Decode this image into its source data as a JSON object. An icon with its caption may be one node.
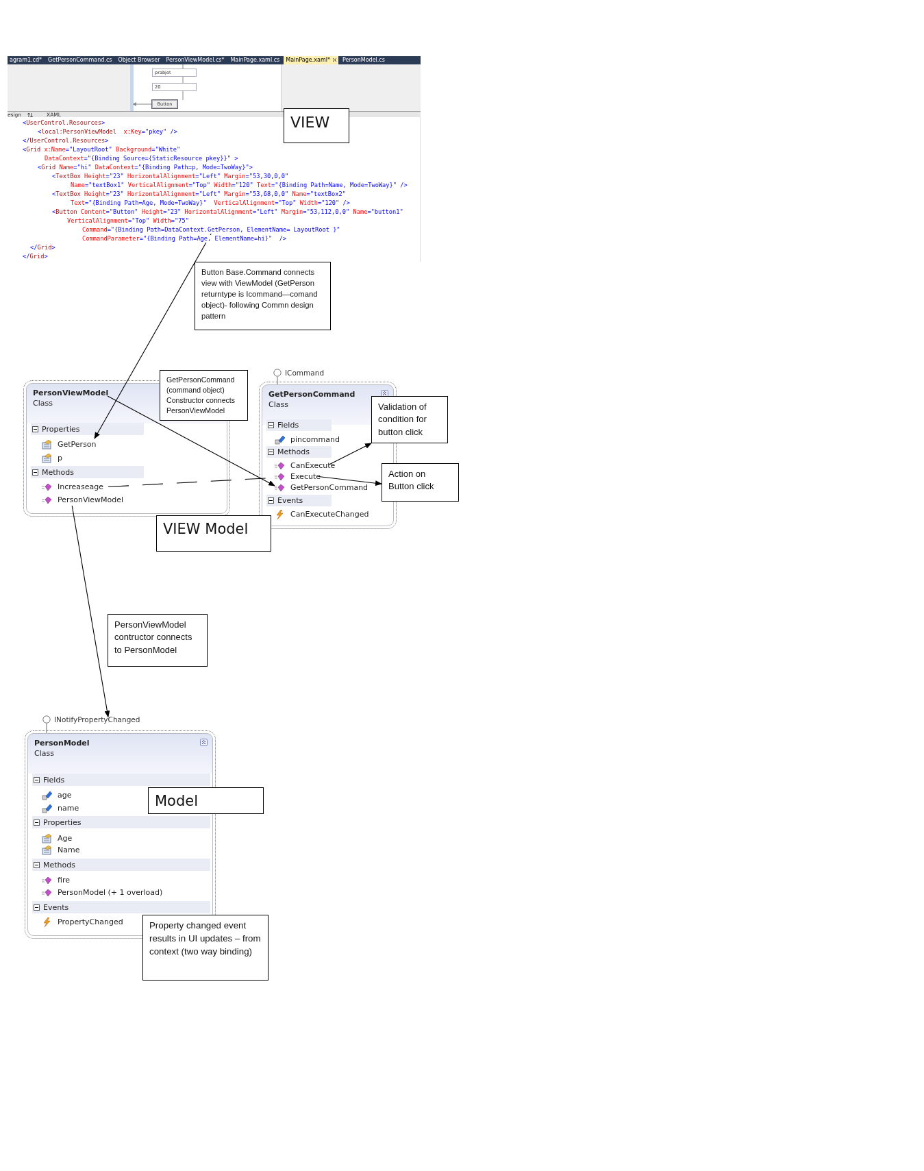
{
  "diagram": {
    "nodes": [
      {
        "text": [
          "VIEW"
        ]
      },
      {
        "text": [
          "Command=\"{Binding Path=DataContext.GetPerson, ElementName= LayoutRoot }\""
        ]
      },
      {
        "text": [
          "Button Base.Command connects view with ViewModel  (GetPerson returntype   is Icommand—comand object)- following Commn design pattern"
        ]
      },
      {
        "text": [
          "PersonViewModel",
          "Class"
        ]
      },
      {
        "text": [
          "Properties"
        ],
        "in": 3
      },
      {
        "text": [
          "GetPerson"
        ],
        "in": 3
      },
      {
        "text": [
          "p"
        ],
        "in": 3
      },
      {
        "text": [
          "Methods"
        ],
        "in": 3
      },
      {
        "text": [
          "Increaseage"
        ],
        "in": 3
      },
      {
        "text": [
          "PersonViewModel"
        ],
        "in": 3
      },
      {
        "text": [
          "GetPersonCommand (command object) Constructor connects PersonViewModel"
        ]
      },
      {
        "text": [
          "ICommand"
        ]
      },
      {
        "text": [
          "GetPersonCommand",
          "Class"
        ]
      },
      {
        "text": [
          "Fields"
        ],
        "in": 12
      },
      {
        "text": [
          "pincommand"
        ],
        "in": 12
      },
      {
        "text": [
          "Methods"
        ],
        "in": 12
      },
      {
        "text": [
          "CanExecute"
        ],
        "in": 12
      },
      {
        "text": [
          "Execute"
        ],
        "in": 12
      },
      {
        "text": [
          "GetPersonCommand"
        ],
        "in": 12
      },
      {
        "text": [
          "Events"
        ],
        "in": 12
      },
      {
        "text": [
          "CanExecuteChanged"
        ],
        "in": 12
      },
      {
        "text": [
          "Validation of condition for button click"
        ]
      },
      {
        "text": [
          "Action on Button click"
        ]
      },
      {
        "text": [
          "VIEW  Model"
        ]
      },
      {
        "text": [
          "PersonViewModel contructor connects to PersonModel"
        ]
      },
      {
        "text": [
          "INotifyPropertyChanged"
        ]
      },
      {
        "text": [
          "PersonModel",
          "Class"
        ]
      },
      {
        "text": [
          "Fields"
        ],
        "in": 26
      },
      {
        "text": [
          "age"
        ],
        "in": 26
      },
      {
        "text": [
          "name"
        ],
        "in": 26
      },
      {
        "text": [
          "Properties"
        ],
        "in": 26
      },
      {
        "text": [
          "Age"
        ],
        "in": 26
      },
      {
        "text": [
          "Name"
        ],
        "in": 26
      },
      {
        "text": [
          "Methods"
        ],
        "in": 26
      },
      {
        "text": [
          "fire"
        ],
        "in": 26
      },
      {
        "text": [
          "PersonModel (+ 1 overload)"
        ],
        "in": 26
      },
      {
        "text": [
          "Events"
        ],
        "in": 26
      },
      {
        "text": [
          "PropertyChanged"
        ],
        "in": 26
      },
      {
        "text": [
          "Model"
        ]
      },
      {
        "text": [
          "Property changed event results in UI updates – from context (two way binding)"
        ]
      }
    ],
    "edges": [
      {
        "from": 1,
        "to": 5,
        "arrow": "to"
      },
      {
        "from": 3,
        "to": 18,
        "arrow": "to"
      },
      {
        "from": 8,
        "to": 17,
        "arrow": "none",
        "style": "dashed"
      },
      {
        "from": 16,
        "to": 21,
        "arrow": "to"
      },
      {
        "from": 17,
        "to": 22,
        "arrow": "to"
      },
      {
        "from": 9,
        "to": 26,
        "arrow": "to"
      },
      {
        "from": 11,
        "to": 12,
        "arrow": "none",
        "color": "#777777"
      },
      {
        "from": 25,
        "to": 26,
        "arrow": "none",
        "color": "#777777"
      }
    ],
    "labels": [
      "agram1.cd*",
      "GetPersonCommand.cs",
      "Object Browser",
      "PersonViewModel.cs*",
      "MainPage.xaml.cs",
      "MainPage.xaml*",
      "PersonModel.cs",
      "prabjot",
      "20",
      "Button",
      "esign",
      "XAML",
      "<UserControl.Resources>",
      "<local:PersonViewModel  x:Key=\"pkey\" />",
      "</UserControl.Resources>",
      "<Grid x:Name=\"LayoutRoot\" Background=\"White\"",
      "DataContext=\"{Binding Source={StaticResource pkey}}\" >",
      "<Grid Name=\"hi\" DataContext=\"{Binding Path=p, Mode=TwoWay}\">",
      "<TextBox Height=\"23\" HorizontalAlignment=\"Left\" Margin=\"53,30,0,0\"",
      "Name=\"textBox1\" VerticalAlignment=\"Top\" Width=\"120\" Text=\"{Binding Path=Name, Mode=TwoWay}\" />",
      "<TextBox Height=\"23\" HorizontalAlignment=\"Left\" Margin=\"53,68,0,0\" Name=\"textBox2\"",
      "Text=\"{Binding Path=Age, Mode=TwoWay}\"  VerticalAlignment=\"Top\" Width=\"120\" />",
      "<Button Content=\"Button\" Height=\"23\" HorizontalAlignment=\"Left\" Margin=\"53,112,0,0\" Name=\"button1\"",
      "VerticalAlignment=\"Top\" Width=\"75\"",
      "CommandParameter=\"{Binding Path=Age, ElementName=hi}\"  />",
      "</Grid>",
      "</Grid>"
    ]
  }
}
